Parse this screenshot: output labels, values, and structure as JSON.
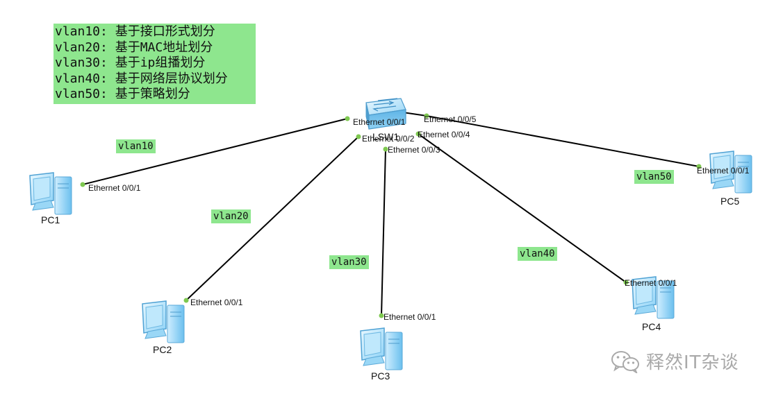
{
  "legend": {
    "lines": [
      "vlan10: 基于接口形式划分",
      "vlan20: 基于MAC地址划分",
      "vlan30: 基于ip组播划分",
      "vlan40: 基于网络层协议划分",
      "vlan50: 基于策略划分"
    ]
  },
  "switch": {
    "label": "LSW1",
    "ports": {
      "p1": "Ethernet 0/0/1",
      "p2": "Ethernet 0/0/2",
      "p3": "Ethernet 0/0/3",
      "p4": "Ethernet 0/0/4",
      "p5": "Ethernet 0/0/5"
    }
  },
  "pcs": {
    "pc1": {
      "label": "PC1",
      "port": "Ethernet 0/0/1",
      "vlan": "vlan10"
    },
    "pc2": {
      "label": "PC2",
      "port": "Ethernet 0/0/1",
      "vlan": "vlan20"
    },
    "pc3": {
      "label": "PC3",
      "port": "Ethernet 0/0/1",
      "vlan": "vlan30"
    },
    "pc4": {
      "label": "PC4",
      "port": "Ethernet 0/0/1",
      "vlan": "vlan40"
    },
    "pc5": {
      "label": "PC5",
      "port": "Ethernet 0/0/1",
      "vlan": "vlan50"
    }
  },
  "watermark": {
    "text": "释然IT杂谈",
    "icon": "wechat-icon"
  },
  "colors": {
    "label_bg": "#8ee68e",
    "link": "#000000",
    "port_dot": "#7ec850",
    "device": "#7fcbf2"
  }
}
